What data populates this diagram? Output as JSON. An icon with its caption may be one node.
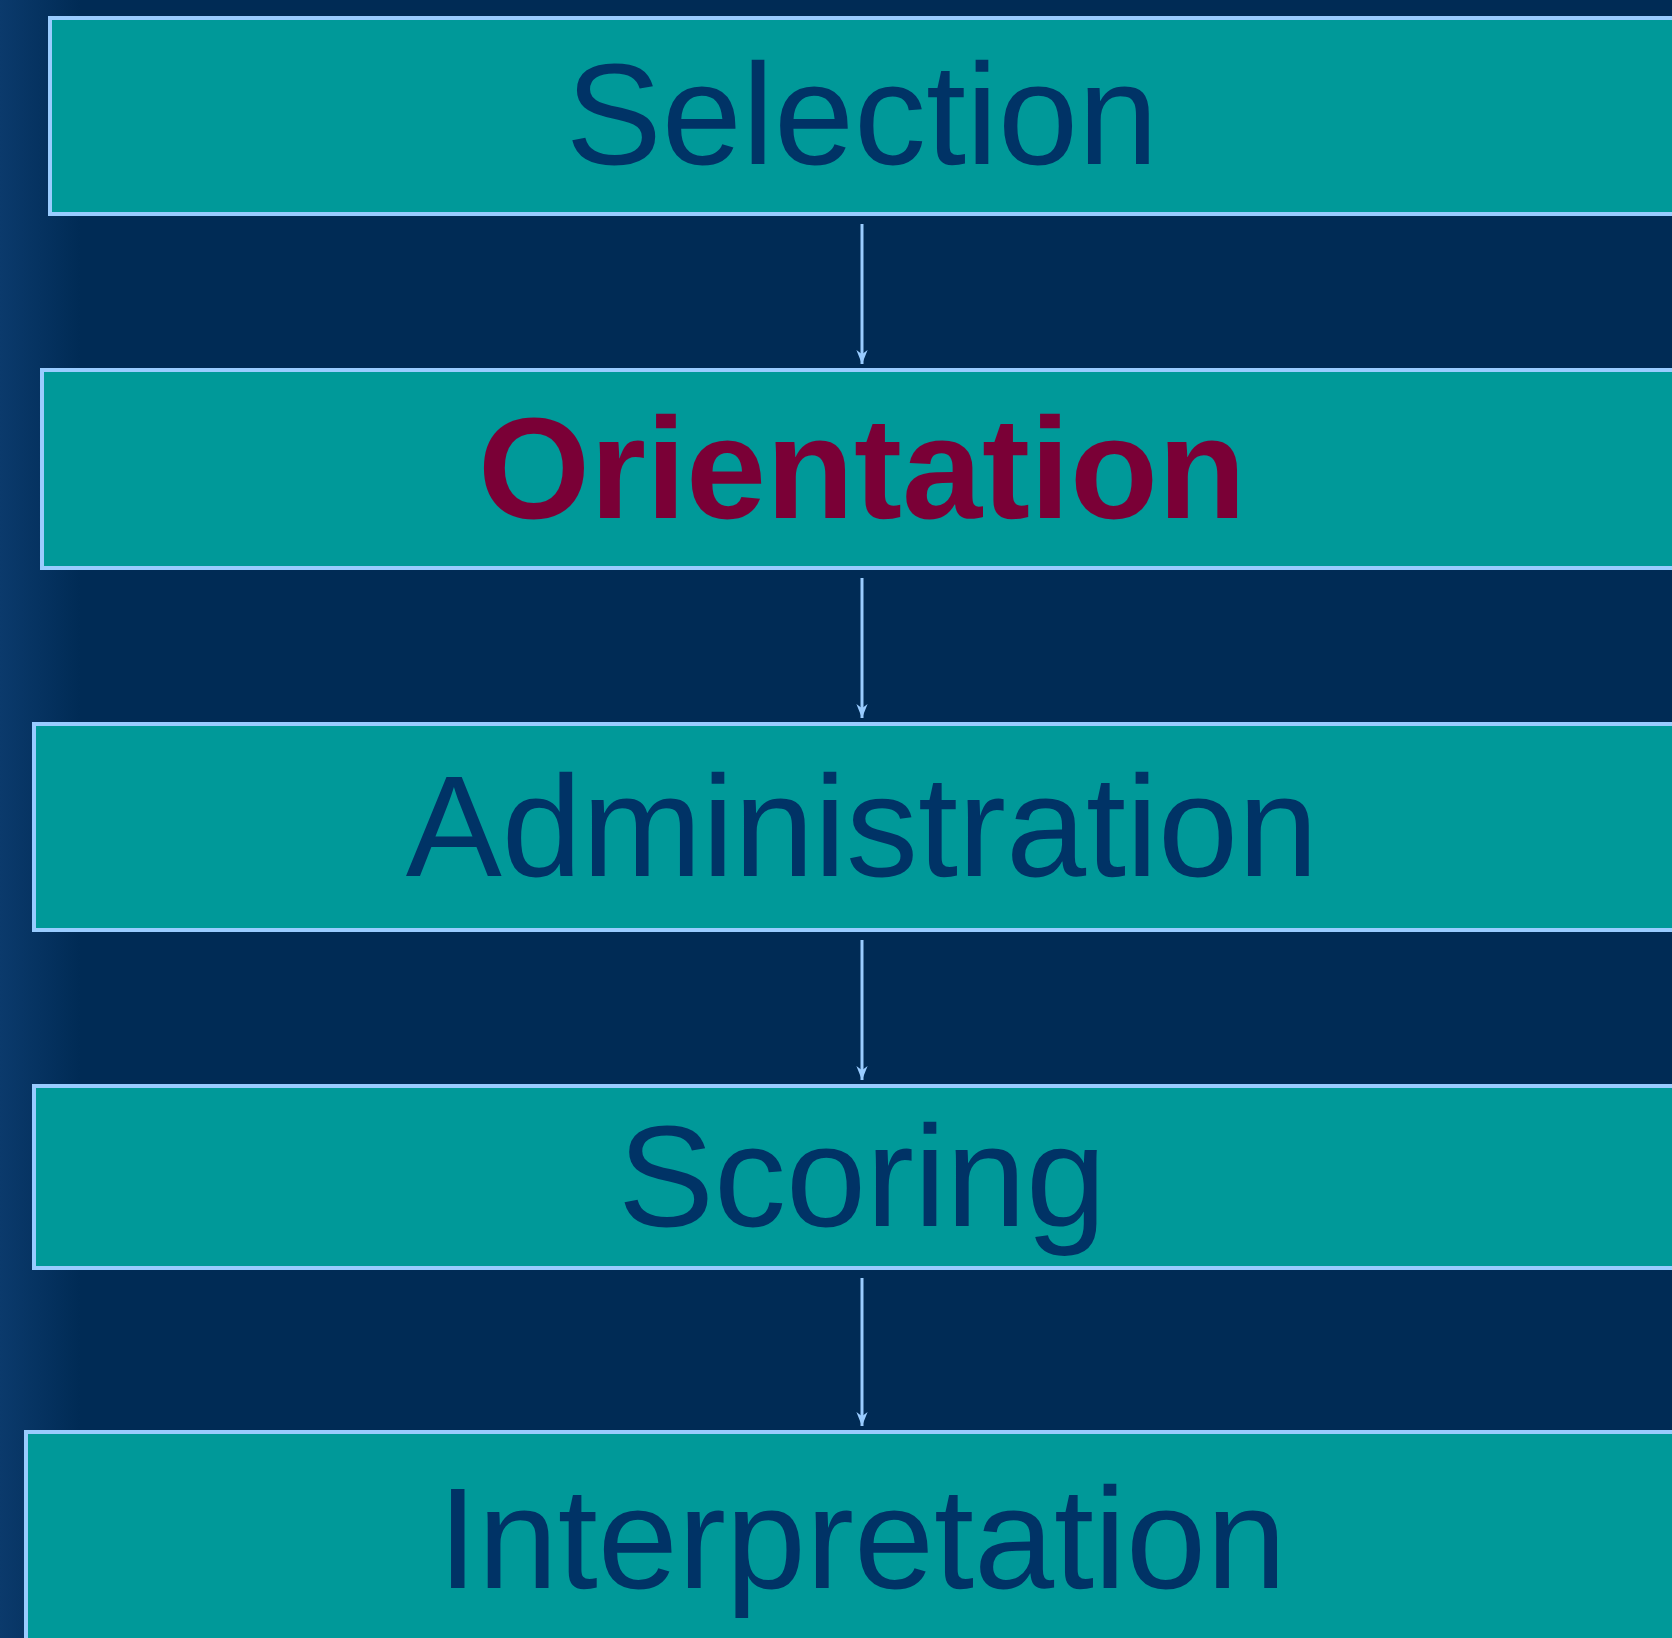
{
  "diagram": {
    "nodes": [
      {
        "text": [
          "Selection"
        ]
      },
      {
        "text": [
          "Orientation"
        ]
      },
      {
        "text": [
          "Administration"
        ]
      },
      {
        "text": [
          "Scoring"
        ]
      },
      {
        "text": [
          "Interpretation"
        ]
      }
    ],
    "edges": [
      {
        "from": 0,
        "to": 1,
        "arrow": "to"
      },
      {
        "from": 1,
        "to": 2,
        "arrow": "to"
      },
      {
        "from": 2,
        "to": 3,
        "arrow": "to"
      },
      {
        "from": 3,
        "to": 4,
        "arrow": "to"
      }
    ]
  }
}
